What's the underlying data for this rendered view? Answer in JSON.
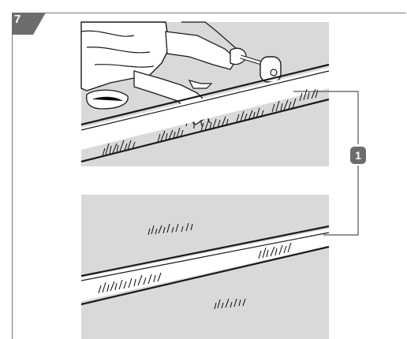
{
  "step": {
    "number": "7"
  },
  "callout": {
    "label": "1"
  },
  "colors": {
    "badge": "#6d6d6d",
    "ground": "#d9d9d9",
    "line": "#1a1a1a",
    "callout_line": "#555555"
  },
  "icons": [
    "hammer-icon",
    "grass-tuft-icon",
    "kneeling-worker-figure"
  ]
}
